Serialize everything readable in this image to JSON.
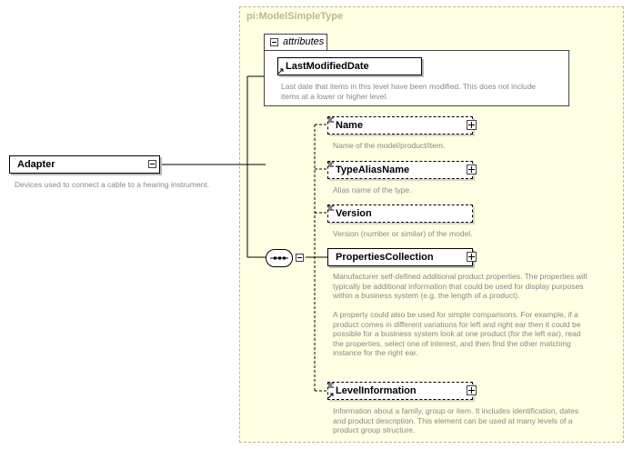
{
  "diagram": {
    "type_name": "pi:ModelSimpleType",
    "root": {
      "name": "Adapter",
      "description": "Devices used to connect a cable to a hearing instrument."
    },
    "attributes": {
      "label": "attributes",
      "items": [
        {
          "name": "LastModifiedDate",
          "description": "Last date that items in this level have been modified. This does not include\nitems at a lower or higher level."
        }
      ]
    },
    "elements": [
      {
        "name": "Name",
        "description": "Name of the model/product/item."
      },
      {
        "name": "TypeAliasName",
        "description": "Alias name of the type."
      },
      {
        "name": "Version",
        "description": "Version (number or similar) of the model."
      },
      {
        "name": "PropertiesCollection",
        "description": "Manufacturer self-defined additional product properties.  The properties will\ntypically be additional information that could be used for display purposes\nwithin a business system (e.g. the length of a product).\n\nA property could also be used for simple comparisons.  For example, if a\nproduct comes in different variations for left and right ear then it could be\npossible for a business system look at one product (for the left ear), read\nthe properties, select one of interest, and then find the other matching\ninstance for the right ear."
      },
      {
        "name": "LevelInformation",
        "description": "Information about a family, group or item. It includes identification, dates\nand product description. This element can be used at many levels of a\nproduct group structure."
      }
    ]
  }
}
